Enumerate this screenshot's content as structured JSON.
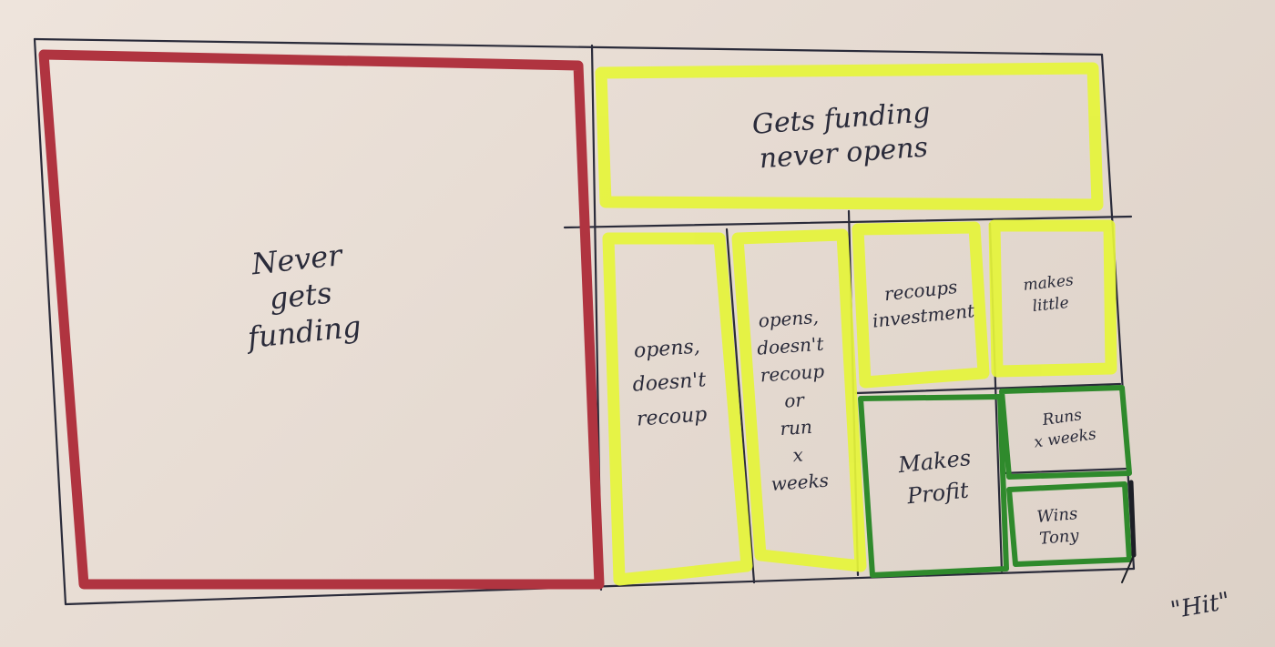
{
  "colors": {
    "paper": "#e6dbd2",
    "ink": "#2a2b3a",
    "red_marker": "#b03440",
    "yellow_highlighter": "#e6f53a",
    "green_marker": "#2f8a2c"
  },
  "regions": {
    "never_gets_funding": "Never\ngets\nfunding",
    "gets_funding_never_opens": "Gets funding\nnever opens",
    "opens_doesnt_recoup": "opens,\ndoesn't\nrecoup",
    "opens_doesnt_recoup_or_run": "opens,\ndoesn't\nrecoup\nor\nrun\nx\nweeks",
    "recoups_investment": "recoups\ninvestment",
    "makes_little": "makes\nlittle",
    "makes_profit": "Makes\nProfit",
    "runs_x_weeks": "Runs\nx weeks",
    "wins_tony": "Wins\nTony"
  },
  "annotation": "\"Hit\""
}
